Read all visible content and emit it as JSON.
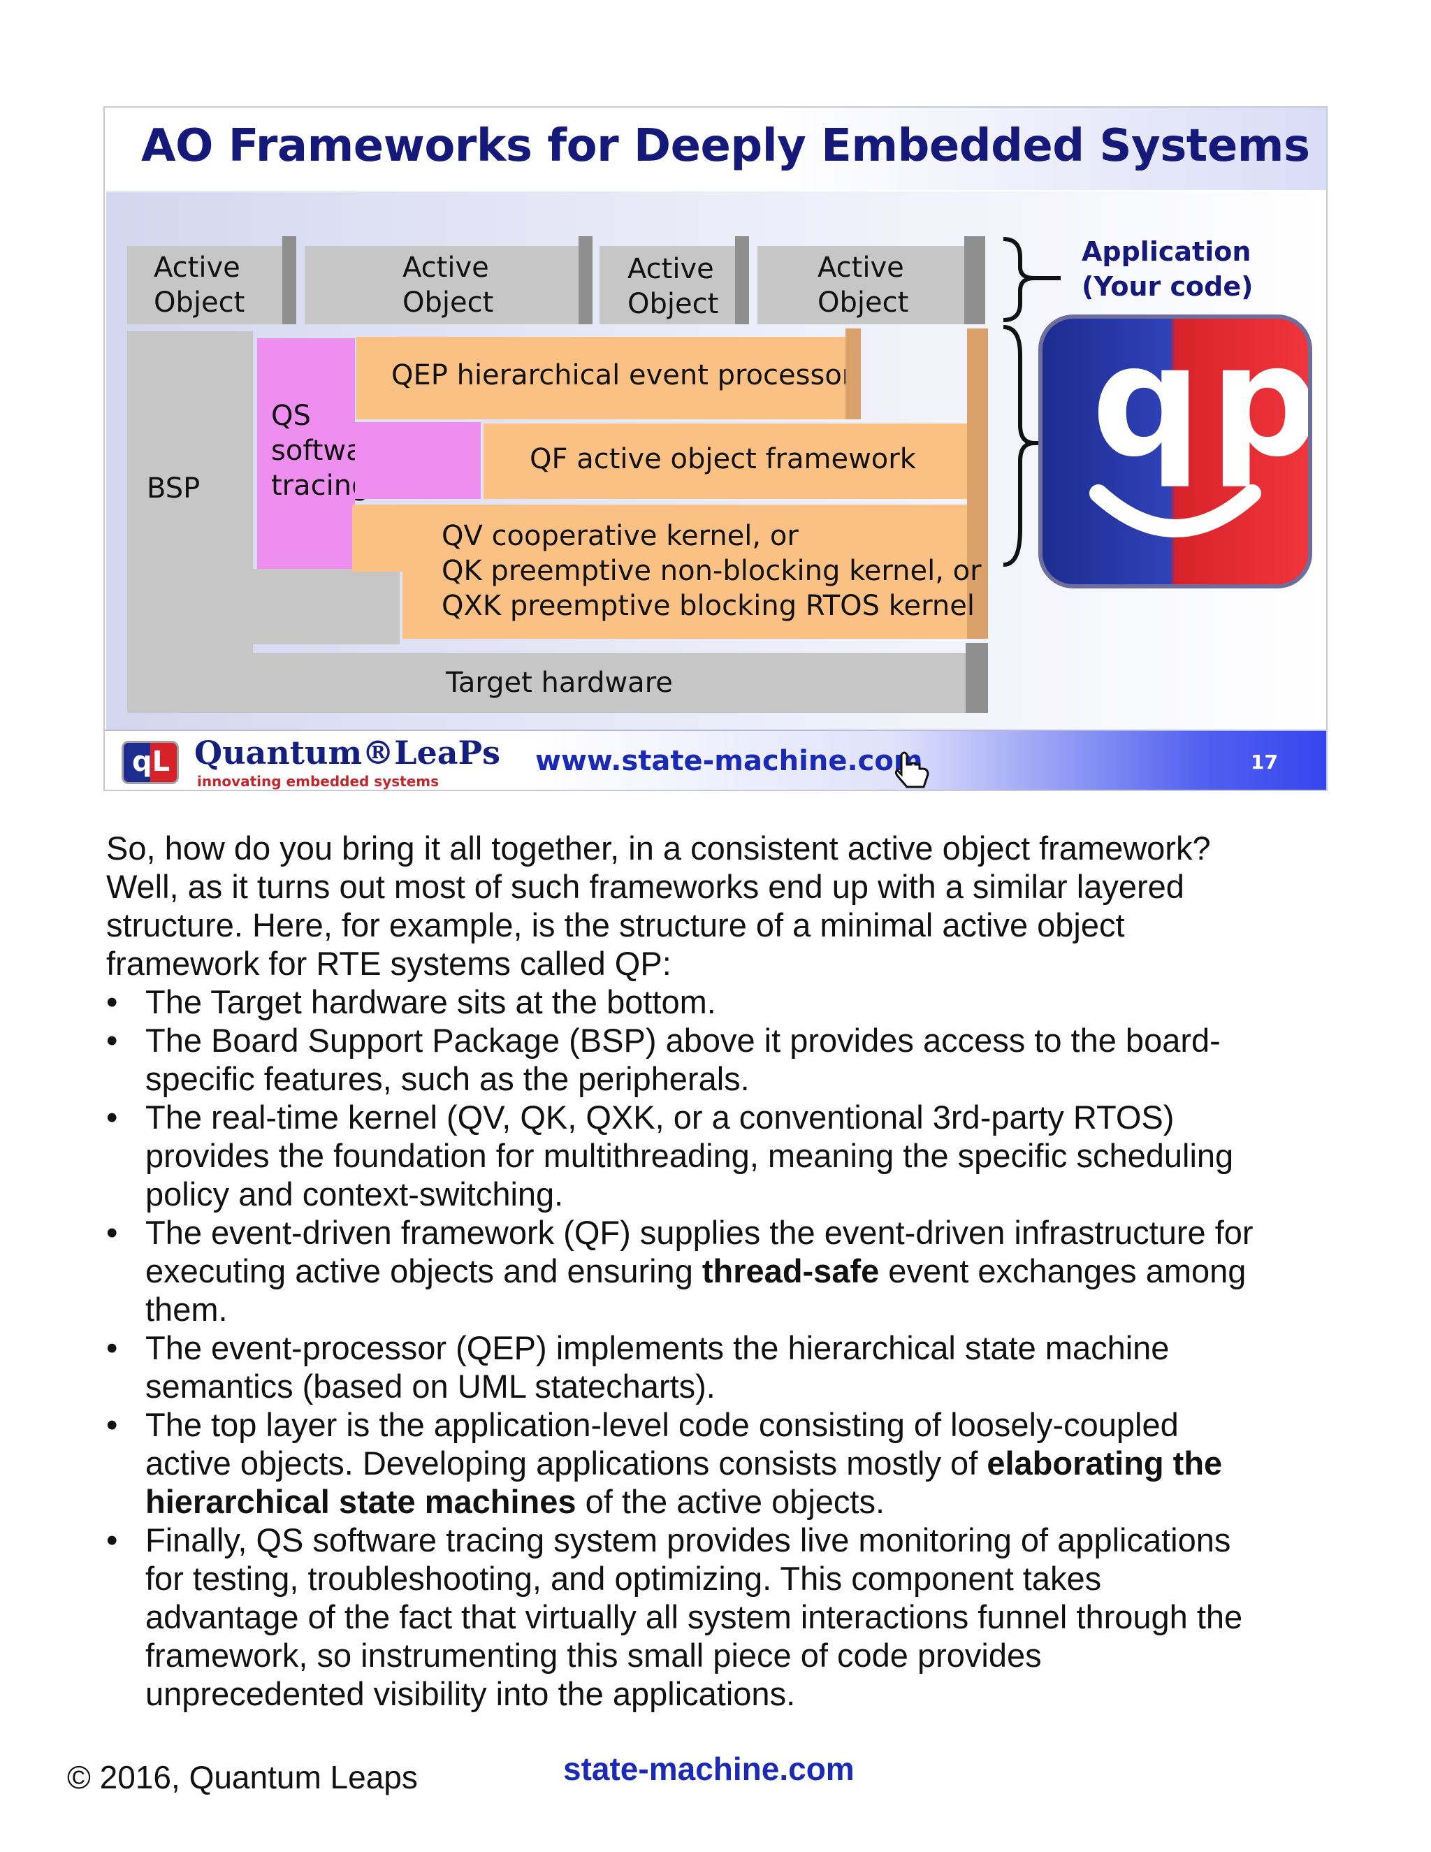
{
  "slide": {
    "title": "AO Frameworks for Deeply Embedded Systems",
    "active_objects": [
      {
        "line1": "Active",
        "line2": "Object"
      },
      {
        "line1": "Active",
        "line2": "Object"
      },
      {
        "line1": "Active",
        "line2": "Object"
      },
      {
        "line1": "Active",
        "line2": "Object"
      }
    ],
    "application_label": {
      "line1": "Application",
      "line2": "(Your code)"
    },
    "bsp_label": "BSP",
    "qs_label": {
      "line1": "QS",
      "line2": "software",
      "line3": "tracing"
    },
    "qep_label": "QEP hierarchical event processor",
    "qf_label": "QF active object framework",
    "kernel_label": {
      "line1": "QV cooperative kernel, or",
      "line2": "QK preemptive non-blocking kernel, or",
      "line3": "QXK preemptive blocking RTOS kernel"
    },
    "hardware_label": "Target hardware",
    "qp_logo": "qp",
    "footer": {
      "logo_text": "qL",
      "brand": "Quantum®LeaPs",
      "tagline": "innovating embedded systems",
      "url": "www.state-machine.com",
      "slide_number": "17"
    },
    "colors": {
      "title": "#14197a",
      "gray_block": "#c6c6c6",
      "orange_block": "#fbc184",
      "pink_block": "#ee8ff0",
      "logo_blue": "#1d2c8f",
      "logo_red": "#d8222a"
    }
  },
  "intro_lines": [
    "So, how do you bring it all together, in a consistent active object framework?",
    "Well, as it turns out most of such frameworks end up with a similar layered",
    "structure. Here, for example, is the structure of a minimal active object",
    "framework for RTE systems called QP:"
  ],
  "bullet_symbol": "•",
  "bullets": [
    {
      "l1": "The Target hardware sits at the bottom."
    },
    {
      "l1": "The Board Support Package (BSP) above it provides access to the board-",
      "l2": "specific features, such as the peripherals."
    },
    {
      "l1": "The real-time kernel (QV, QK, QXK, or a conventional 3rd-party RTOS)",
      "l2": "provides the foundation for multithreading, meaning the specific scheduling",
      "l3": "policy and context-switching."
    },
    {
      "l1": "The event-driven framework (QF) supplies the event-driven infrastructure for",
      "l2a": "executing active objects and ensuring ",
      "l2b": "thread-safe",
      "l2c": " event exchanges among",
      "l3": "them."
    },
    {
      "l1": "The event-processor (QEP) implements the hierarchical state machine",
      "l2": "semantics (based on UML statecharts)."
    },
    {
      "l1": "The top layer is the application-level code consisting of loosely-coupled",
      "l2a": "active objects. Developing applications consists mostly of ",
      "l2b": "elaborating the",
      "l3a": "hierarchical state machines",
      "l3b": " of the active objects."
    },
    {
      "l1": "Finally, QS software tracing system provides live monitoring of applications",
      "l2": "for testing, troubleshooting, and optimizing. This component takes",
      "l3": "advantage of the fact that virtually all system interactions funnel through the",
      "l4": "framework, so instrumenting this small piece of code provides",
      "l5": "unprecedented visibility into the applications."
    }
  ],
  "page_footer": {
    "copyright": "© 2016, Quantum Leaps",
    "url": "state-machine.com"
  }
}
